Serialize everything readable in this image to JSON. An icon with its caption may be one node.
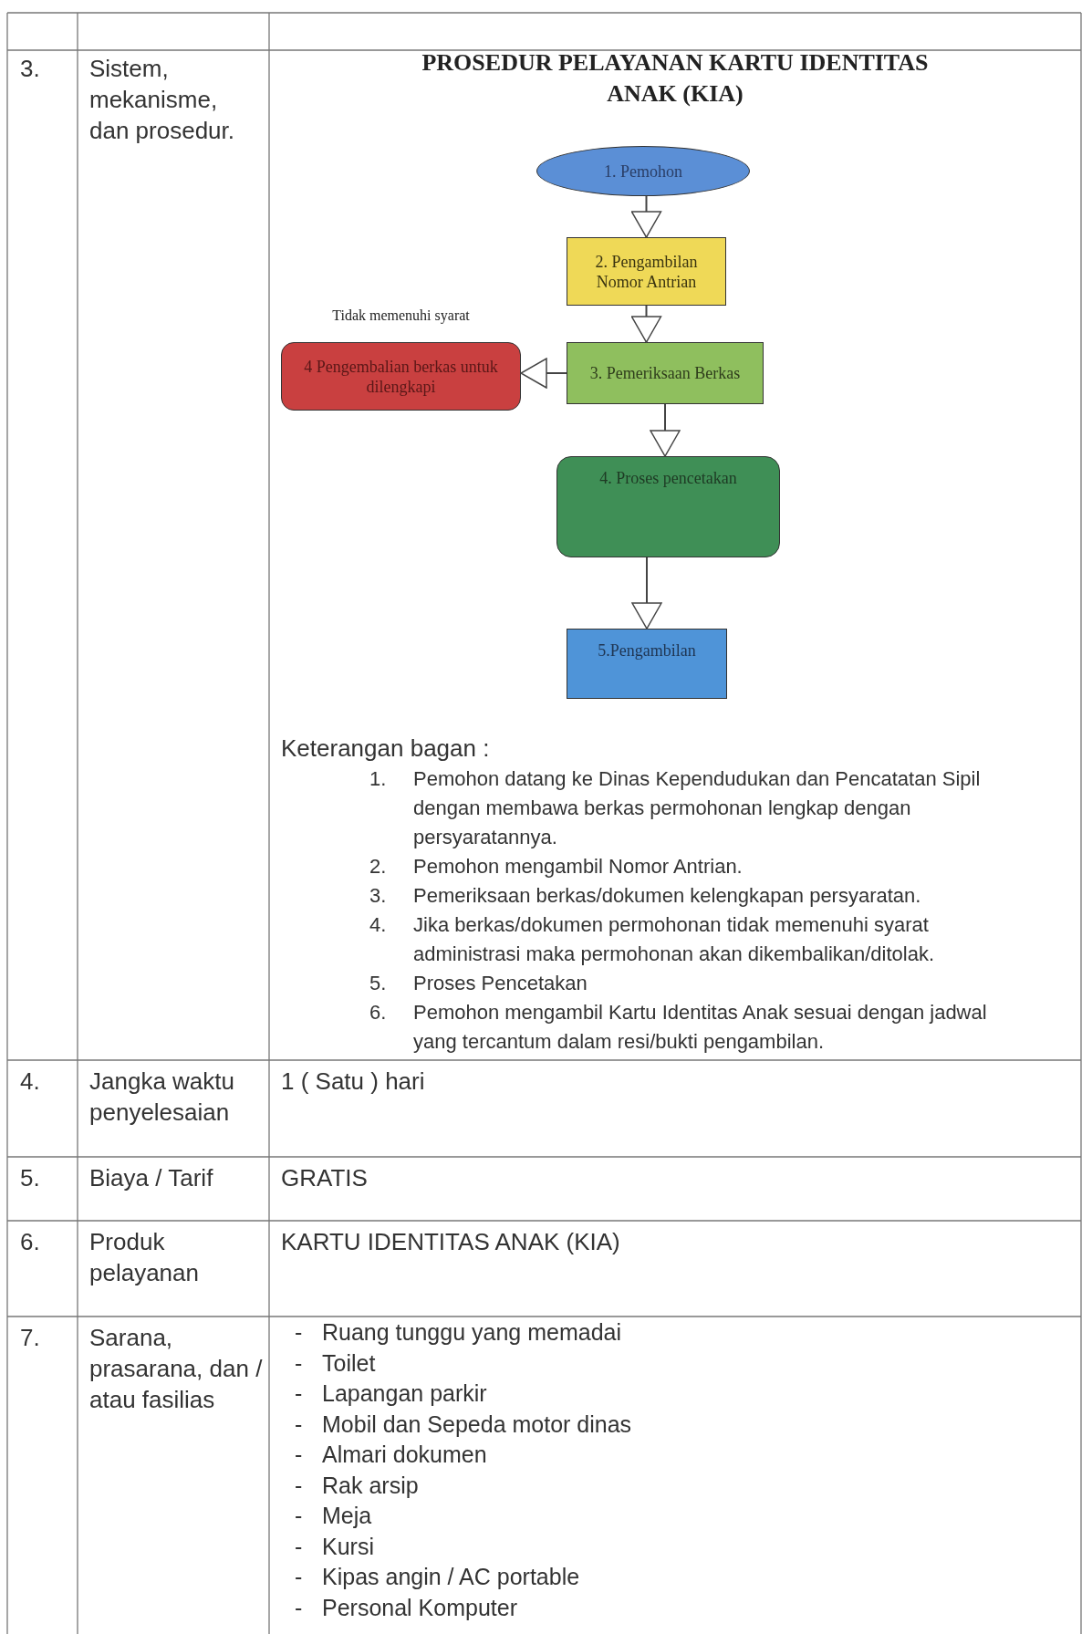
{
  "diagram": {
    "title": "PROSEDUR PELAYANAN KARTU IDENTITAS ANAK (KIA)",
    "nodes": [
      {
        "text": [
          "1. Pemohon"
        ]
      },
      {
        "text": [
          "2. Pengambilan Nomor Antrian"
        ]
      },
      {
        "text": [
          "3. Pemeriksaan Berkas"
        ]
      },
      {
        "text": [
          "4 Pengembalian berkas untuk dilengkapi"
        ],
        "beside": [
          "Tidak memenuhi syarat"
        ]
      },
      {
        "text": [
          "4. Proses pencetakan"
        ]
      },
      {
        "text": [
          "5.Pengambilan"
        ]
      }
    ],
    "edges": [
      {
        "from": 0,
        "to": 1,
        "arrow": "to"
      },
      {
        "from": 1,
        "to": 2,
        "arrow": "to"
      },
      {
        "from": 2,
        "to": 3,
        "arrow": "to"
      },
      {
        "from": 2,
        "to": 4,
        "arrow": "to"
      },
      {
        "from": 4,
        "to": 5,
        "arrow": "to"
      }
    ],
    "labels": [
      "3.",
      "Sistem, mekanisme, dan prosedur.",
      "Keterangan bagan :",
      "1.",
      "Pemohon datang ke Dinas Kependudukan dan Pencatatan Sipil dengan membawa berkas permohonan lengkap dengan persyaratannya.",
      "2.",
      "Pemohon mengambil Nomor Antrian.",
      "3.",
      "Pemeriksaan berkas/dokumen kelengkapan persyaratan.",
      "4.",
      "Jika berkas/dokumen permohonan tidak memenuhi syarat administrasi maka permohonan akan dikembalikan/ditolak.",
      "5.",
      "Proses Pencetakan",
      "6.",
      "Pemohon mengambil Kartu Identitas Anak sesuai dengan jadwal yang tercantum dalam resi/bukti pengambilan.",
      "4.",
      "Jangka waktu penyelesaian",
      "1  ( Satu ) hari",
      "5.",
      "Biaya / Tarif",
      "GRATIS",
      "6.",
      "Produk pelayanan",
      "KARTU IDENTITAS ANAK (KIA)",
      "7.",
      "Sarana, prasarana, dan / atau fasilias",
      "-",
      "Ruang tunggu yang memadai",
      "-",
      "Toilet",
      "-",
      "Lapangan parkir",
      "-",
      "Mobil dan Sepeda motor dinas",
      "-",
      "Almari dokumen",
      "-",
      "Rak arsip",
      "-",
      "Meja",
      "-",
      "Kursi",
      "-",
      "Kipas angin / AC portable",
      "-",
      "Personal Komputer"
    ]
  }
}
